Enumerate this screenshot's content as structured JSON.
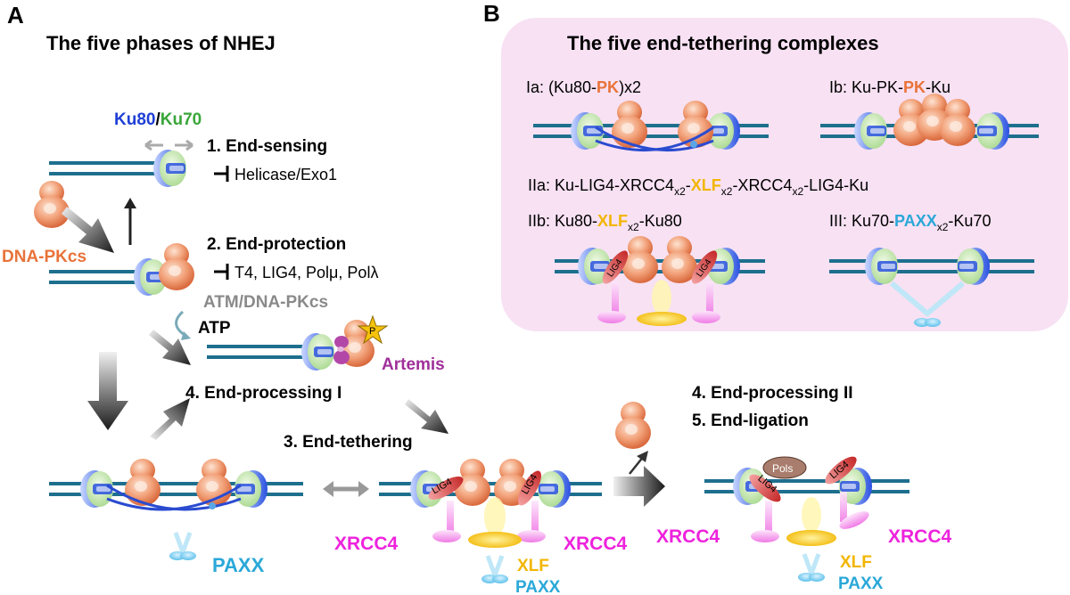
{
  "panel_a": {
    "letter": "A",
    "title": "The five phases of NHEJ",
    "ku_label_part1": "Ku80",
    "ku_label_sep": "/",
    "ku_label_part2": "Ku70",
    "step1": "1. End-sensing",
    "step1_inhibit": "Helicase/Exo1",
    "dnapkcs_label": "DNA-PKcs",
    "step2": "2. End-protection",
    "step2_inhibit": "T4, LIG4, Polμ, Polλ",
    "atm_label": "ATM/DNA-PKcs",
    "atp_label": "ATP",
    "p_label": "P",
    "artemis_label": "Artemis",
    "step4a": "4. End-processing I",
    "step3": "3. End-tethering",
    "step4b": "4. End-processing II",
    "step5": "5. End-ligation",
    "paxx_label": "PAXX",
    "xrcc4_label": "XRCC4",
    "xlf_label": "XLF",
    "lig4_label": "LIG4",
    "pols_label": "Pols"
  },
  "panel_b": {
    "letter": "B",
    "title": "The five end-tethering complexes",
    "ia": {
      "pre": "Ia: (Ku80-",
      "hl": "PK",
      "post": ")x2"
    },
    "ib": {
      "pre": "Ib: Ku-PK-",
      "hl": "PK",
      "post": "-Ku"
    },
    "iia": {
      "p1": "IIa: Ku-LIG4-XRCC4",
      "s1": "x2",
      "p2": "-",
      "hl": "XLF",
      "s2": "x2",
      "p3": "-XRCC4",
      "s3": "x2",
      "p4": "-LIG4-Ku"
    },
    "iib": {
      "p1": "IIb: Ku80-",
      "hl": "XLF",
      "s1": "x2",
      "p2": "-Ku80"
    },
    "iii": {
      "p1": "III: Ku70-",
      "hl": "PAXX",
      "s1": "x2",
      "p2": "-Ku70"
    }
  },
  "colors": {
    "ku80": "#1f3fd6",
    "ku70": "#3aa63a",
    "pk": "#e8733a",
    "xlf": "#f2b600",
    "paxx": "#2aa8d8",
    "xrcc4": "#ee22dd",
    "artemis": "#a0309a",
    "atm": "#8a8a8a",
    "dna": "#1e6f8e",
    "panel_b_bg": "#f7e1f3"
  }
}
